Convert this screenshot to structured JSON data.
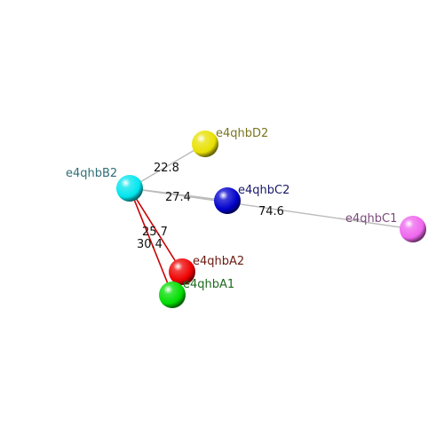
{
  "nodes": [
    {
      "id": "B2",
      "label": "e4qhbB2",
      "color": "#00e5ee",
      "label_color": "#2f6f78"
    },
    {
      "id": "D2",
      "label": "e4qhbD2",
      "color": "#e8e000",
      "label_color": "#7a7520"
    },
    {
      "id": "C2",
      "label": "e4qhbC2",
      "color": "#0000cc",
      "label_color": "#18186a"
    },
    {
      "id": "C1",
      "label": "e4qhbC1",
      "color": "#ee66ee",
      "label_color": "#7a4a7a"
    },
    {
      "id": "A2",
      "label": "e4qhbA2",
      "color": "#ee0000",
      "label_color": "#6a1a10"
    },
    {
      "id": "A1",
      "label": "e4qhbA1",
      "color": "#00dd00",
      "label_color": "#1f6a1f"
    }
  ],
  "edges": [
    {
      "from": "B2",
      "to": "D2",
      "value": "22.8",
      "color": "#bbbbbb"
    },
    {
      "from": "B2",
      "to": "C2",
      "value": "27.4",
      "color": "#bbbbbb"
    },
    {
      "from": "B2",
      "to": "C1",
      "value": "74.6",
      "color": "#bbbbbb"
    },
    {
      "from": "B2",
      "to": "A2",
      "value": "25.7",
      "color": "#cc0000"
    },
    {
      "from": "B2",
      "to": "A1",
      "value": "30.4",
      "color": "#cc0000"
    }
  ]
}
